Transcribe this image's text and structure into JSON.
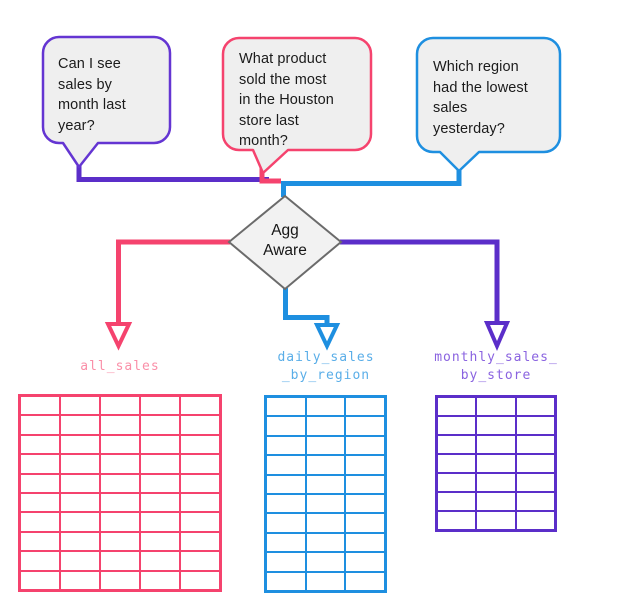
{
  "diagram": {
    "colors": {
      "purple": "#5b2ec9",
      "pink": "#f5436e",
      "blue": "#1e8fe0",
      "purple_bubble_border": "#6435d2",
      "bubble_fill": "#efefef",
      "diamond_fill": "#f2f2f2",
      "diamond_border": "#6b6b6b"
    },
    "questions": [
      {
        "id": "sales-by-month",
        "text": "Can I see\nsales by\nmonth last\nyear?"
      },
      {
        "id": "houston-product",
        "text": "What product\nsold the most\nin the Houston\nstore last\nmonth?"
      },
      {
        "id": "lowest-region",
        "text": "Which region\nhad the lowest\nsales\nyesterday?"
      }
    ],
    "decision_node": {
      "label": "Agg\nAware"
    },
    "tables": [
      {
        "label": "all_sales",
        "label_color": "#fa8fa8",
        "border_color": "#f5436e",
        "rows": 10,
        "cols": 5
      },
      {
        "label": "daily_sales\n_by_region",
        "label_color": "#5aaee8",
        "border_color": "#1e8fe0",
        "rows": 10,
        "cols": 3
      },
      {
        "label": "monthly_sales_\nby_store",
        "label_color": "#8a63e0",
        "border_color": "#5b2ec9",
        "rows": 7,
        "cols": 3
      }
    ]
  }
}
